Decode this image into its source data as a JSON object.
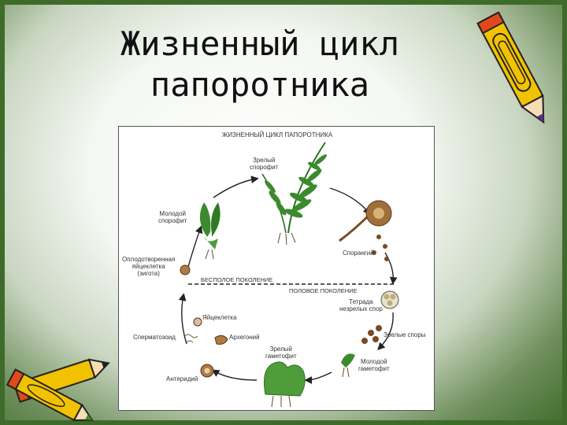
{
  "slide": {
    "title_line1": "Жизненный цикл",
    "title_line2": "папоротника"
  },
  "diagram": {
    "title": "ЖИЗНЕННЫЙ ЦИКЛ ПАПОРОТНИКА",
    "asexual_generation": "БЕСПОЛОЕ ПОКОЛЕНИЕ",
    "sexual_generation": "ПОЛОВОЕ ПОКОЛЕНИЕ",
    "labels": {
      "mature_sporophyte": "Зрелый\nспорофит",
      "young_sporophyte": "Молодой\nспорофит",
      "sporangium": "Спорангий",
      "zygote": "Оплодотворенная\nяйцеклетка\n(зигота)",
      "spore_tetrad": "Тетрада\nнезрелых спор",
      "egg_cell": "Яйцеклетка",
      "mature_spores": "Зрелые споры",
      "spermatozoid": "Сперматозоид",
      "archegonium": "Архегоний",
      "mature_gametophyte": "Зрелый\nгаметофит",
      "young_gametophyte": "Молодой\nгаметофит",
      "antheridium": "Антеридий"
    }
  },
  "colors": {
    "frame_green": "#3e6b2a",
    "plant_green": "#3c8a2e",
    "spore_brown": "#7a4a22"
  }
}
